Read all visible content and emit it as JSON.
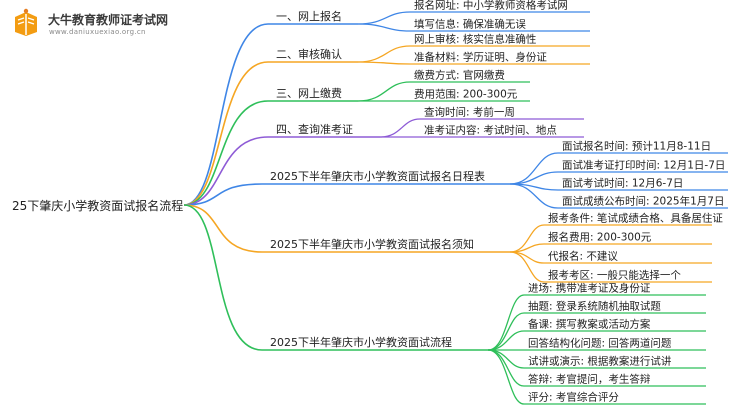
{
  "logo": {
    "title": "大牛教育教师证考试网",
    "url": "www.daniuxuexiao.org.cn"
  },
  "root": {
    "label": "25下肇庆小学教资面试报名流程"
  },
  "colors": {
    "blue": "#3f86e6",
    "orange": "#f5a623",
    "green": "#2fbf5a",
    "purple": "#8e5bd6",
    "text": "#222222",
    "logo_orange": "#f39c12"
  },
  "branches": [
    {
      "label": "一、网上报名",
      "color": "#3f86e6",
      "children": [
        "报名网址: 中小学教师资格考试网",
        "填写信息: 确保准确无误"
      ]
    },
    {
      "label": "二、审核确认",
      "color": "#f5a623",
      "children": [
        "网上审核: 核实信息准确性",
        "准备材料: 学历证明、身份证"
      ]
    },
    {
      "label": "三、网上缴费",
      "color": "#2fbf5a",
      "children": [
        "缴费方式: 官网缴费",
        "费用范围: 200-300元"
      ]
    },
    {
      "label": "四、查询准考证",
      "color": "#8e5bd6",
      "children": [
        "查询时间: 考前一周",
        "准考证内容: 考试时间、地点"
      ]
    },
    {
      "label": "2025下半年肇庆市小学教资面试报名日程表",
      "color": "#3f86e6",
      "children": [
        "面试报名时间: 预计11月8-11日",
        "面试准考证打印时间: 12月1日-7日",
        "面试考试时间: 12月6-7日",
        "面试成绩公布时间: 2025年1月7日"
      ]
    },
    {
      "label": "2025下半年肇庆市小学教资面试报名须知",
      "color": "#f5a623",
      "children": [
        "报考条件: 笔试成绩合格、具备居住证",
        "报名费用: 200-300元",
        "代报名: 不建议",
        "报考考区: 一般只能选择一个"
      ]
    },
    {
      "label": "2025下半年肇庆市小学教资面试流程",
      "color": "#2fbf5a",
      "children": [
        "进场: 携带准考证及身份证",
        "抽题: 登录系统随机抽取试题",
        "备课: 撰写教案或活动方案",
        "回答结构化问题: 回答两道问题",
        "试讲或演示: 根据教案进行试讲",
        "答辩: 考官提问，考生答辩",
        "评分: 考官综合评分"
      ]
    }
  ]
}
